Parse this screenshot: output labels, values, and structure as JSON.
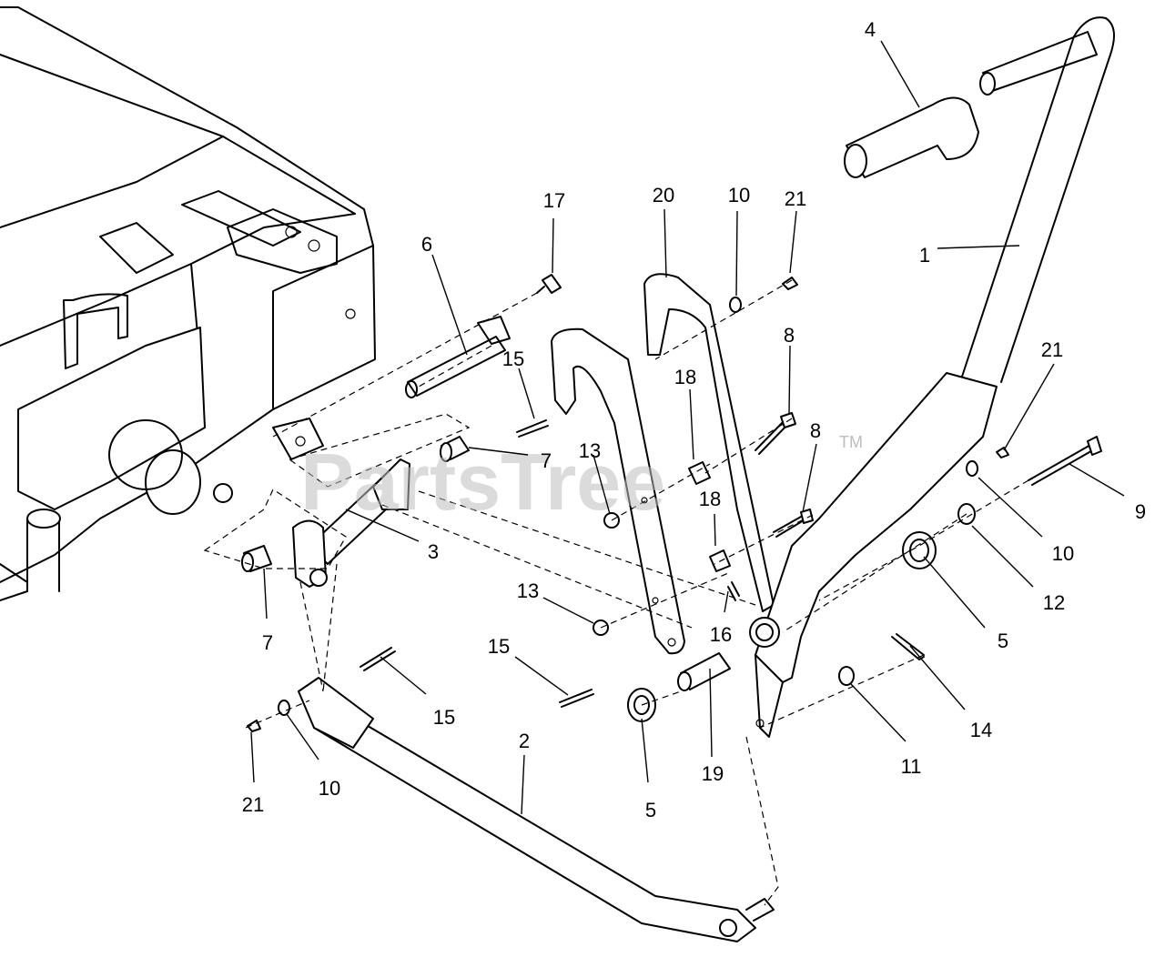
{
  "watermark": {
    "brand": "PartsTree",
    "trademark": "TM"
  },
  "callouts": [
    {
      "id": "c1",
      "label": "1"
    },
    {
      "id": "c2",
      "label": "2"
    },
    {
      "id": "c3",
      "label": "3"
    },
    {
      "id": "c4",
      "label": "4"
    },
    {
      "id": "c5a",
      "label": "5"
    },
    {
      "id": "c5b",
      "label": "5"
    },
    {
      "id": "c6",
      "label": "6"
    },
    {
      "id": "c7a",
      "label": "7"
    },
    {
      "id": "c7b",
      "label": "7"
    },
    {
      "id": "c8a",
      "label": "8"
    },
    {
      "id": "c8b",
      "label": "8"
    },
    {
      "id": "c9",
      "label": "9"
    },
    {
      "id": "c10a",
      "label": "10"
    },
    {
      "id": "c10b",
      "label": "10"
    },
    {
      "id": "c10c",
      "label": "10"
    },
    {
      "id": "c11",
      "label": "11"
    },
    {
      "id": "c12",
      "label": "12"
    },
    {
      "id": "c13a",
      "label": "13"
    },
    {
      "id": "c13b",
      "label": "13"
    },
    {
      "id": "c14",
      "label": "14"
    },
    {
      "id": "c15a",
      "label": "15"
    },
    {
      "id": "c15b",
      "label": "15"
    },
    {
      "id": "c15c",
      "label": "15"
    },
    {
      "id": "c16",
      "label": "16"
    },
    {
      "id": "c17",
      "label": "17"
    },
    {
      "id": "c18a",
      "label": "18"
    },
    {
      "id": "c18b",
      "label": "18"
    },
    {
      "id": "c19",
      "label": "19"
    },
    {
      "id": "c20",
      "label": "20"
    },
    {
      "id": "c21a",
      "label": "21"
    },
    {
      "id": "c21b",
      "label": "21"
    },
    {
      "id": "c21c",
      "label": "21"
    }
  ]
}
